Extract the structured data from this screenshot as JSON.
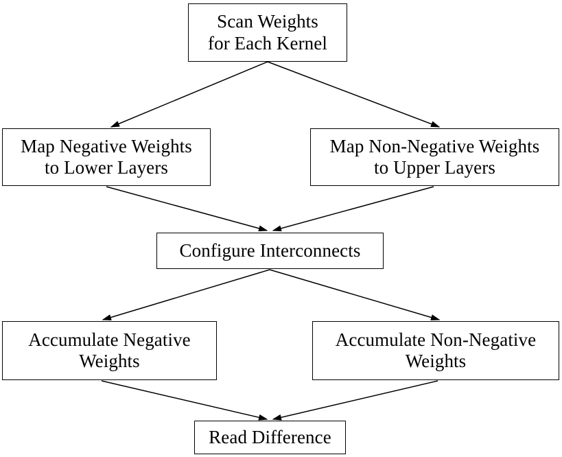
{
  "diagram": {
    "type": "flowchart",
    "title": "",
    "orientation": "top-to-bottom",
    "background_color": "#ffffff",
    "line_color": "#000000",
    "text_color": "#000000",
    "nodes": [
      {
        "id": "scan",
        "lines": [
          "Scan Weights",
          "for Each Kernel"
        ]
      },
      {
        "id": "map_negative",
        "lines": [
          "Map Negative Weights",
          "to Lower Layers"
        ]
      },
      {
        "id": "map_non_negative",
        "lines": [
          "Map Non-Negative Weights",
          "to Upper Layers"
        ]
      },
      {
        "id": "configure",
        "lines": [
          "Configure  Interconnects"
        ]
      },
      {
        "id": "accumulate_negative",
        "lines": [
          "Accumulate  Negative",
          "Weights"
        ]
      },
      {
        "id": "accumulate_non_negative",
        "lines": [
          "Accumulate  Non-Negative",
          "Weights"
        ]
      },
      {
        "id": "read_difference",
        "lines": [
          "Read Difference"
        ]
      }
    ],
    "edges": [
      {
        "from": "scan",
        "to": "map_negative"
      },
      {
        "from": "scan",
        "to": "map_non_negative"
      },
      {
        "from": "map_negative",
        "to": "configure"
      },
      {
        "from": "map_non_negative",
        "to": "configure"
      },
      {
        "from": "configure",
        "to": "accumulate_negative"
      },
      {
        "from": "configure",
        "to": "accumulate_non_negative"
      },
      {
        "from": "accumulate_negative",
        "to": "read_difference"
      },
      {
        "from": "accumulate_non_negative",
        "to": "read_difference"
      }
    ]
  }
}
